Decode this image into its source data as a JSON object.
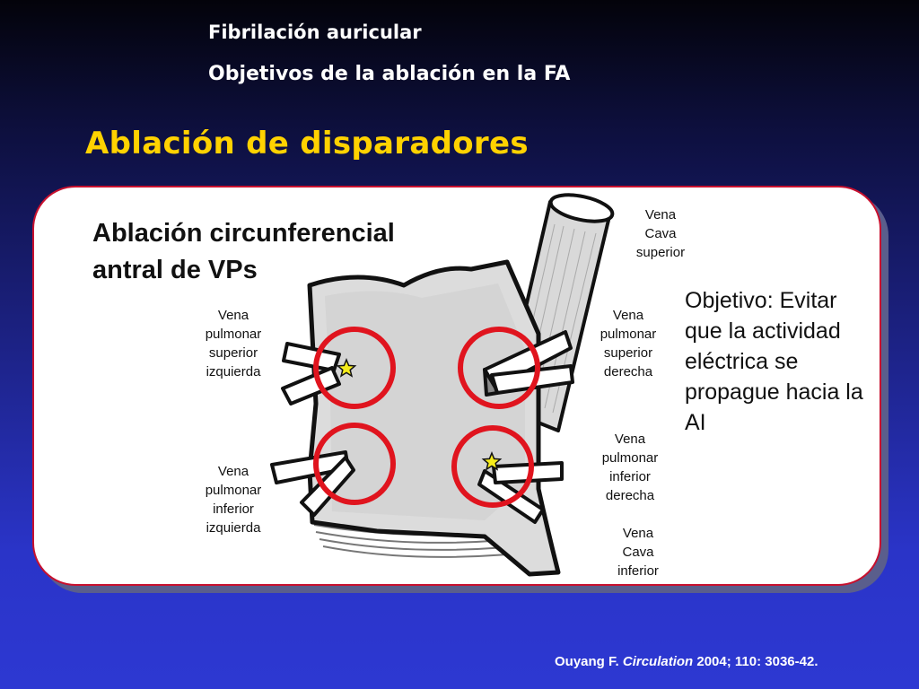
{
  "header": {
    "line1": "Fibrilación auricular",
    "line2": "Objetivos de la ablación en la FA"
  },
  "slide_title": "Ablación de disparadores",
  "panel": {
    "title_line1": "Ablación circunferencial",
    "title_line2": "antral de VPs",
    "objective": "Objetivo: Evitar que la actividad eléctrica se propague hacia la AI"
  },
  "labels": {
    "svc": [
      "Vena",
      "Cava",
      "superior"
    ],
    "lspv": [
      "Vena",
      "pulmonar",
      "superior",
      "izquierda"
    ],
    "rspv": [
      "Vena",
      "pulmonar",
      "superior",
      "derecha"
    ],
    "lipv": [
      "Vena",
      "pulmonar",
      "inferior",
      "izquierda"
    ],
    "ripv": [
      "Vena",
      "pulmonar",
      "inferior",
      "derecha"
    ],
    "ivc": [
      "Vena",
      "Cava",
      "inferior"
    ]
  },
  "citation": {
    "author": "Ouyang F.",
    "journal": "Circulation",
    "details": "2004; 110: 3036-42."
  },
  "colors": {
    "title": "#ffd200",
    "ring": "#e0141e",
    "star": "#f6ec1a",
    "panel_border": "#c8102e"
  }
}
